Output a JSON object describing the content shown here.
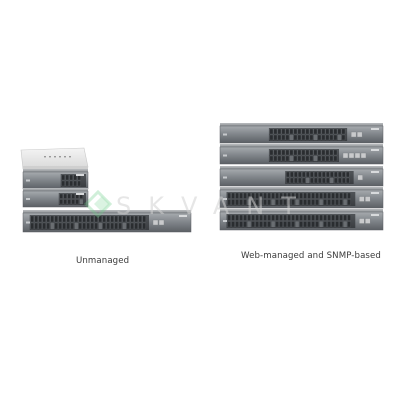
{
  "captions": {
    "left": "Unmanaged",
    "right": "Web-managed and SNMP-based"
  },
  "watermark": {
    "text": "SKVANT",
    "color": "#d2d2d2",
    "logo_color": "#6fcf8a"
  },
  "colors": {
    "switch_body": "#8d9297",
    "switch_face": "#44494d",
    "port_dark": "#2a2d30",
    "port_light": "#6a6e72",
    "sfp": "#c9cacc",
    "desktop_switch": "#e8e8e8",
    "background": "#ffffff"
  }
}
